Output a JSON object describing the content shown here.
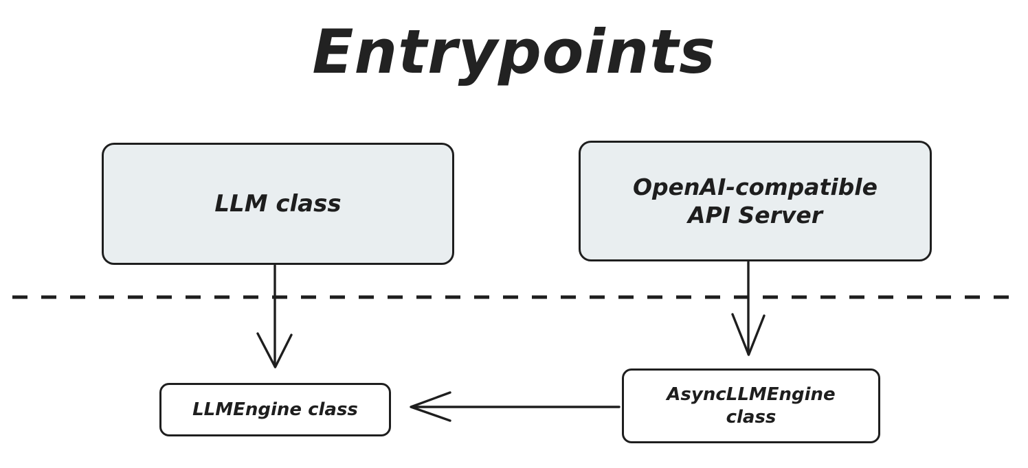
{
  "diagram": {
    "title": "Entrypoints",
    "background_color": "#ffffff",
    "stroke_color": "#1e1e1e",
    "shaded_fill_color": "#e9eef0",
    "plain_fill_color": "#ffffff",
    "nodes": [
      {
        "id": "llm-class",
        "label": "LLM class",
        "style": "shaded",
        "layer": "entrypoint"
      },
      {
        "id": "api-server",
        "label": "OpenAI-compatible\nAPI Server",
        "style": "shaded",
        "layer": "entrypoint"
      },
      {
        "id": "llmengine",
        "label": "LLMEngine class",
        "style": "plain",
        "layer": "engine"
      },
      {
        "id": "asyncllmengine",
        "label": "AsyncLLMEngine\nclass",
        "style": "plain",
        "layer": "engine"
      }
    ],
    "edges": [
      {
        "id": "llm-to-llmengine",
        "from": "llm-class",
        "to": "llmengine",
        "direction": "down",
        "style": "solid"
      },
      {
        "id": "apiserver-to-asyncllmengine",
        "from": "api-server",
        "to": "asyncllmengine",
        "direction": "down",
        "style": "solid"
      },
      {
        "id": "asyncllmengine-to-llmengine",
        "from": "asyncllmengine",
        "to": "llmengine",
        "direction": "left",
        "style": "solid"
      }
    ],
    "divider": {
      "id": "layer-divider",
      "style": "dashed",
      "orientation": "horizontal"
    }
  }
}
